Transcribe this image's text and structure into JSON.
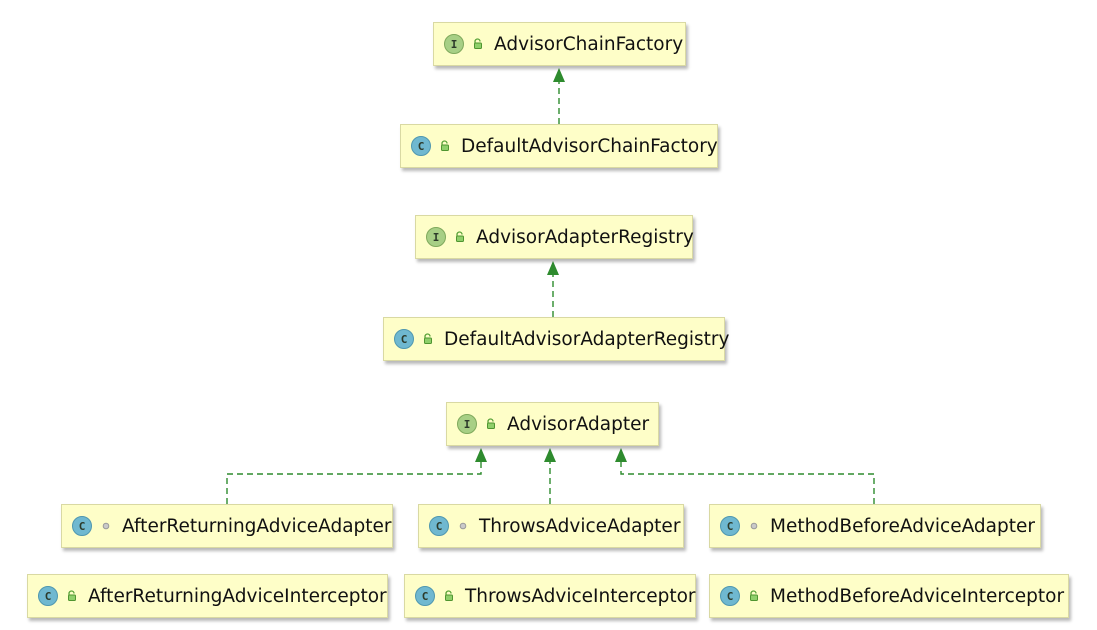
{
  "colors": {
    "node_fill": "#fefec8",
    "node_border": "#d9d9a3",
    "edge": "#2e8b2e",
    "interface_badge": "#a7cf85",
    "class_badge": "#6fb8d0"
  },
  "diagram": {
    "nodes": [
      {
        "id": "advisor-chain-factory",
        "label": "AdvisorChainFactory",
        "kind": "interface",
        "badge": "I",
        "modifier": "public-lock-icon"
      },
      {
        "id": "default-advisor-chain-factory",
        "label": "DefaultAdvisorChainFactory",
        "kind": "class",
        "badge": "C",
        "modifier": "public-lock-icon"
      },
      {
        "id": "advisor-adapter-registry",
        "label": "AdvisorAdapterRegistry",
        "kind": "interface",
        "badge": "I",
        "modifier": "public-lock-icon"
      },
      {
        "id": "default-advisor-adapter-registry",
        "label": "DefaultAdvisorAdapterRegistry",
        "kind": "class",
        "badge": "C",
        "modifier": "public-lock-icon"
      },
      {
        "id": "advisor-adapter",
        "label": "AdvisorAdapter",
        "kind": "interface",
        "badge": "I",
        "modifier": "public-lock-icon"
      },
      {
        "id": "after-returning-advice-adapter",
        "label": "AfterReturningAdviceAdapter",
        "kind": "class",
        "badge": "C",
        "modifier": "package-private-dot-icon"
      },
      {
        "id": "throws-advice-adapter",
        "label": "ThrowsAdviceAdapter",
        "kind": "class",
        "badge": "C",
        "modifier": "package-private-dot-icon"
      },
      {
        "id": "method-before-advice-adapter",
        "label": "MethodBeforeAdviceAdapter",
        "kind": "class",
        "badge": "C",
        "modifier": "package-private-dot-icon"
      },
      {
        "id": "after-returning-advice-interceptor",
        "label": "AfterReturningAdviceInterceptor",
        "kind": "class",
        "badge": "C",
        "modifier": "public-lock-icon"
      },
      {
        "id": "throws-advice-interceptor",
        "label": "ThrowsAdviceInterceptor",
        "kind": "class",
        "badge": "C",
        "modifier": "public-lock-icon"
      },
      {
        "id": "method-before-advice-interceptor",
        "label": "MethodBeforeAdviceInterceptor",
        "kind": "class",
        "badge": "C",
        "modifier": "public-lock-icon"
      }
    ],
    "edges": [
      {
        "from": "default-advisor-chain-factory",
        "to": "advisor-chain-factory",
        "type": "implements"
      },
      {
        "from": "default-advisor-adapter-registry",
        "to": "advisor-adapter-registry",
        "type": "implements"
      },
      {
        "from": "after-returning-advice-adapter",
        "to": "advisor-adapter",
        "type": "implements"
      },
      {
        "from": "throws-advice-adapter",
        "to": "advisor-adapter",
        "type": "implements"
      },
      {
        "from": "method-before-advice-adapter",
        "to": "advisor-adapter",
        "type": "implements"
      }
    ]
  }
}
